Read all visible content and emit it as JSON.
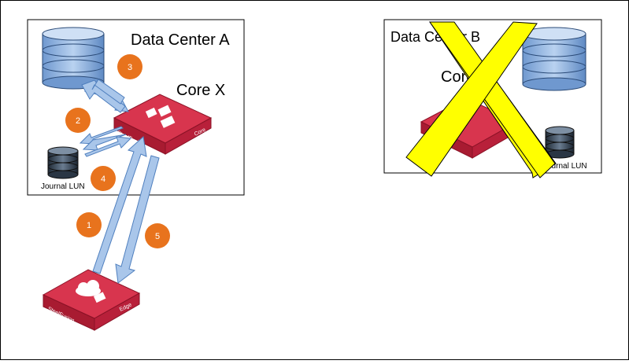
{
  "data_centers": [
    {
      "label": "Data Center A",
      "core_label": "Core X",
      "journal_label": "Journal LUN"
    },
    {
      "label": "Data Center B",
      "core_label": "Core Y",
      "journal_label": "Journal LUN",
      "status": "failed"
    }
  ],
  "appliances": {
    "core": {
      "brand": "SteelFusion",
      "tag": "Core"
    },
    "edge": {
      "brand": "SteelFusion",
      "tag": "Edge"
    }
  },
  "steps": [
    "1",
    "2",
    "3",
    "4",
    "5"
  ],
  "colors": {
    "step_badge": "#e8731d",
    "arrow_fill": "#a9c6ea",
    "arrow_stroke": "#4f7fbe",
    "appliance": "#c8243c",
    "database": "#8fb4e3",
    "failure_cross": "#ffff00"
  }
}
